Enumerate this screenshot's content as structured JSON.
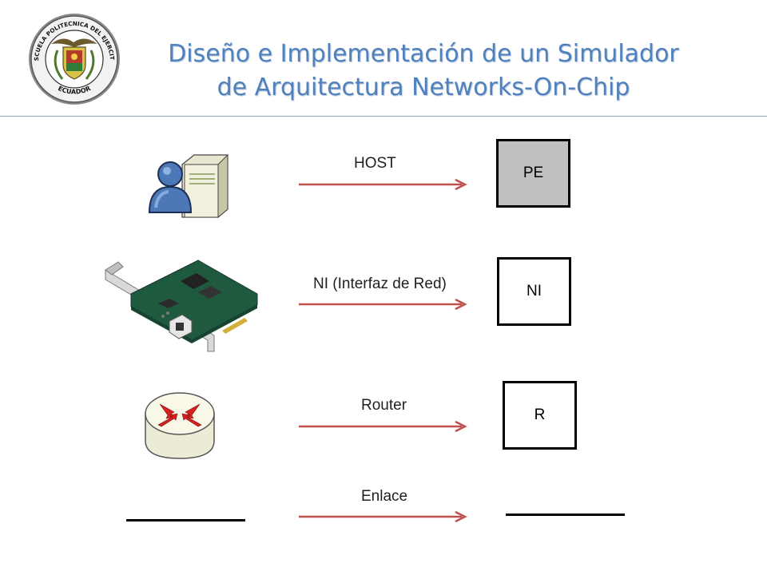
{
  "header": {
    "title_line1": "Diseño e Implementación de un Simulador",
    "title_line2": "de Arquitectura  Networks-On-Chip",
    "logo": {
      "top_text": "ESCUELA POLITECNICA DEL EJERCITO",
      "bottom_text": "ECUADOR"
    }
  },
  "rows": [
    {
      "label": "HOST",
      "symbol_text": "PE",
      "image": "host-computer-icon"
    },
    {
      "label": "NI (Interfaz de Red)",
      "symbol_text": "NI",
      "image": "network-card-icon"
    },
    {
      "label": "Router",
      "symbol_text": "R",
      "image": "router-icon"
    },
    {
      "label": "Enlace",
      "symbol_text": "",
      "image": "link-line"
    }
  ],
  "colors": {
    "title": "#4f81bd",
    "arrow": "#c0504d",
    "pe_fill": "#c0c0c0",
    "rule": "#8ea3c2"
  }
}
